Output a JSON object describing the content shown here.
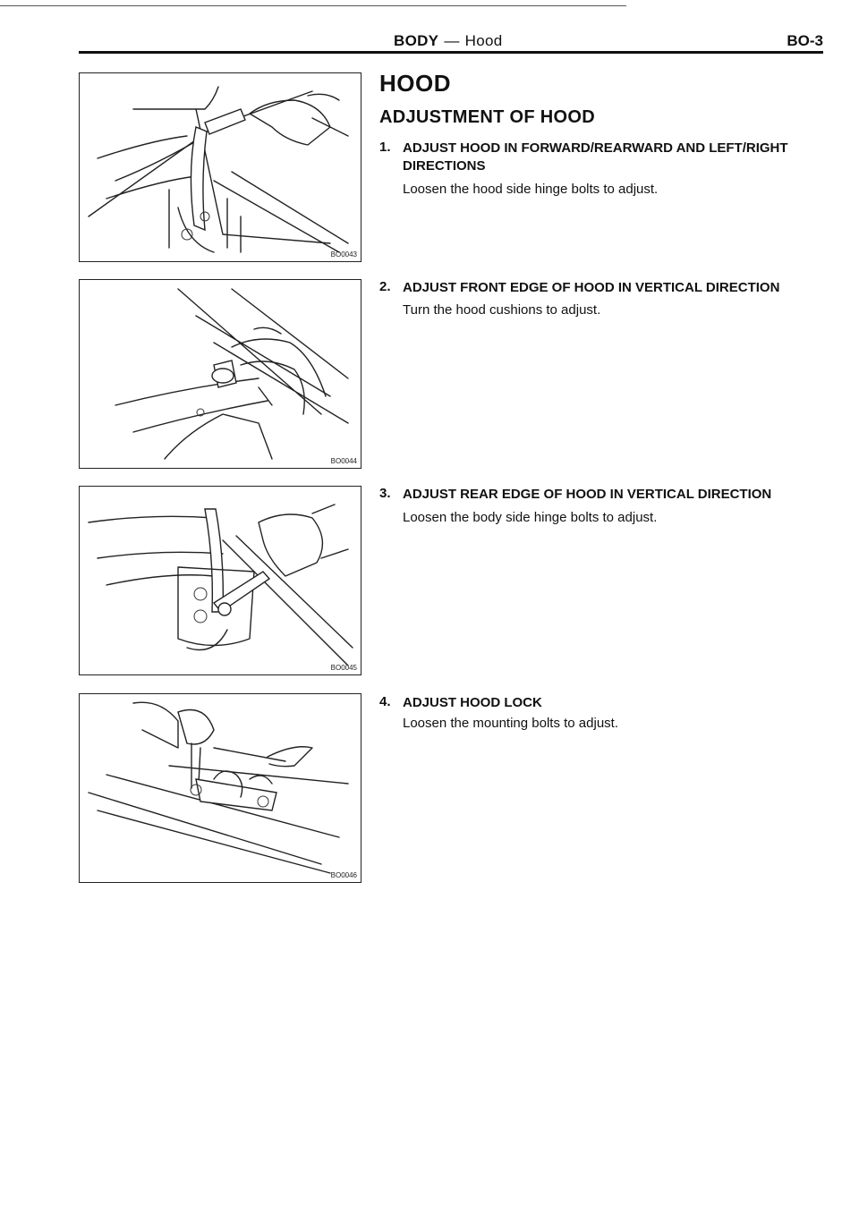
{
  "header": {
    "section": "BODY",
    "separator": "—",
    "subsection": "Hood",
    "page": "BO-3"
  },
  "title": "HOOD",
  "subtitle": "ADJUSTMENT OF HOOD",
  "steps": [
    {
      "num": "1.",
      "heading": "ADJUST HOOD IN FORWARD/REARWARD AND LEFT/RIGHT DIRECTIONS",
      "text": "Loosen the hood side hinge bolts to adjust."
    },
    {
      "num": "2.",
      "heading": "ADJUST FRONT EDGE OF HOOD IN VERTICAL DIRECTION",
      "text": "Turn the hood cushions to adjust."
    },
    {
      "num": "3.",
      "heading": "ADJUST REAR EDGE OF HOOD IN VERTICAL DIRECTION",
      "text": "Loosen the body side hinge bolts to adjust."
    },
    {
      "num": "4.",
      "heading": "ADJUST HOOD LOCK",
      "text": "Loosen the mounting bolts to adjust."
    }
  ],
  "figures": [
    {
      "code": "BO0043"
    },
    {
      "code": "BO0044"
    },
    {
      "code": "BO0045"
    },
    {
      "code": "BO0046"
    }
  ]
}
